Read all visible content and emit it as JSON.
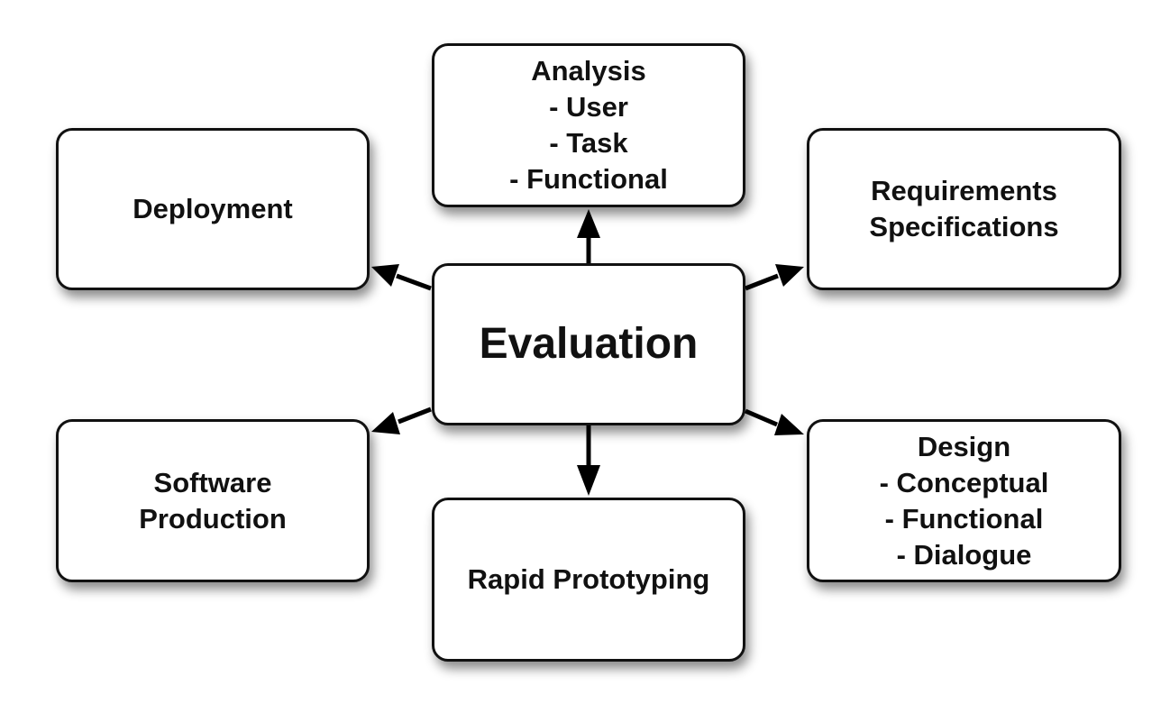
{
  "center": {
    "label": "Evaluation"
  },
  "nodes": {
    "analysis": [
      "Analysis",
      "- User",
      "- Task",
      "- Functional"
    ],
    "deployment": [
      "Deployment"
    ],
    "requirements": [
      "Requirements",
      "Specifications"
    ],
    "software_production": [
      "Software",
      "Production"
    ],
    "rapid_prototyping": [
      "Rapid Prototyping"
    ],
    "design": [
      "Design",
      "- Conceptual",
      "- Functional",
      "- Dialogue"
    ]
  }
}
